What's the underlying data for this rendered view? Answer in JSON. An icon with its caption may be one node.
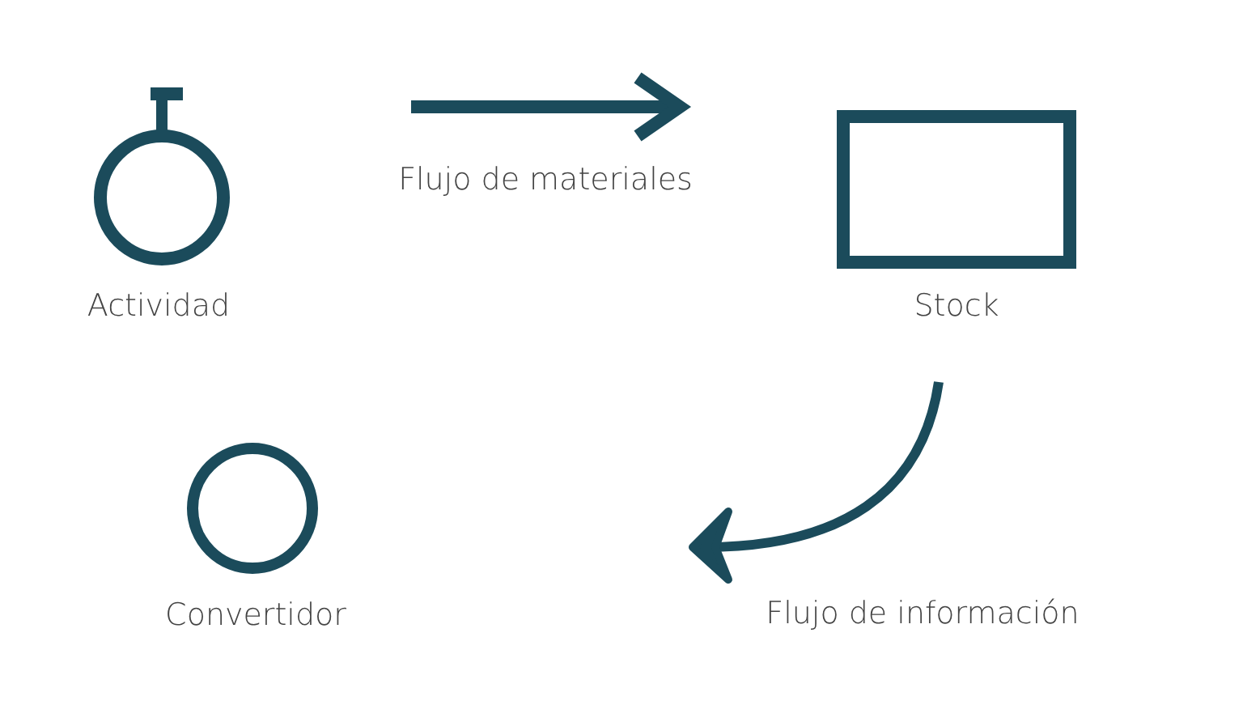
{
  "diagram": {
    "legend": [
      {
        "text": "Actividad"
      },
      {
        "text": "Flujo de materiales"
      },
      {
        "text": "Stock"
      },
      {
        "text": "Convertidor"
      },
      {
        "text": "Flujo de información"
      }
    ]
  }
}
